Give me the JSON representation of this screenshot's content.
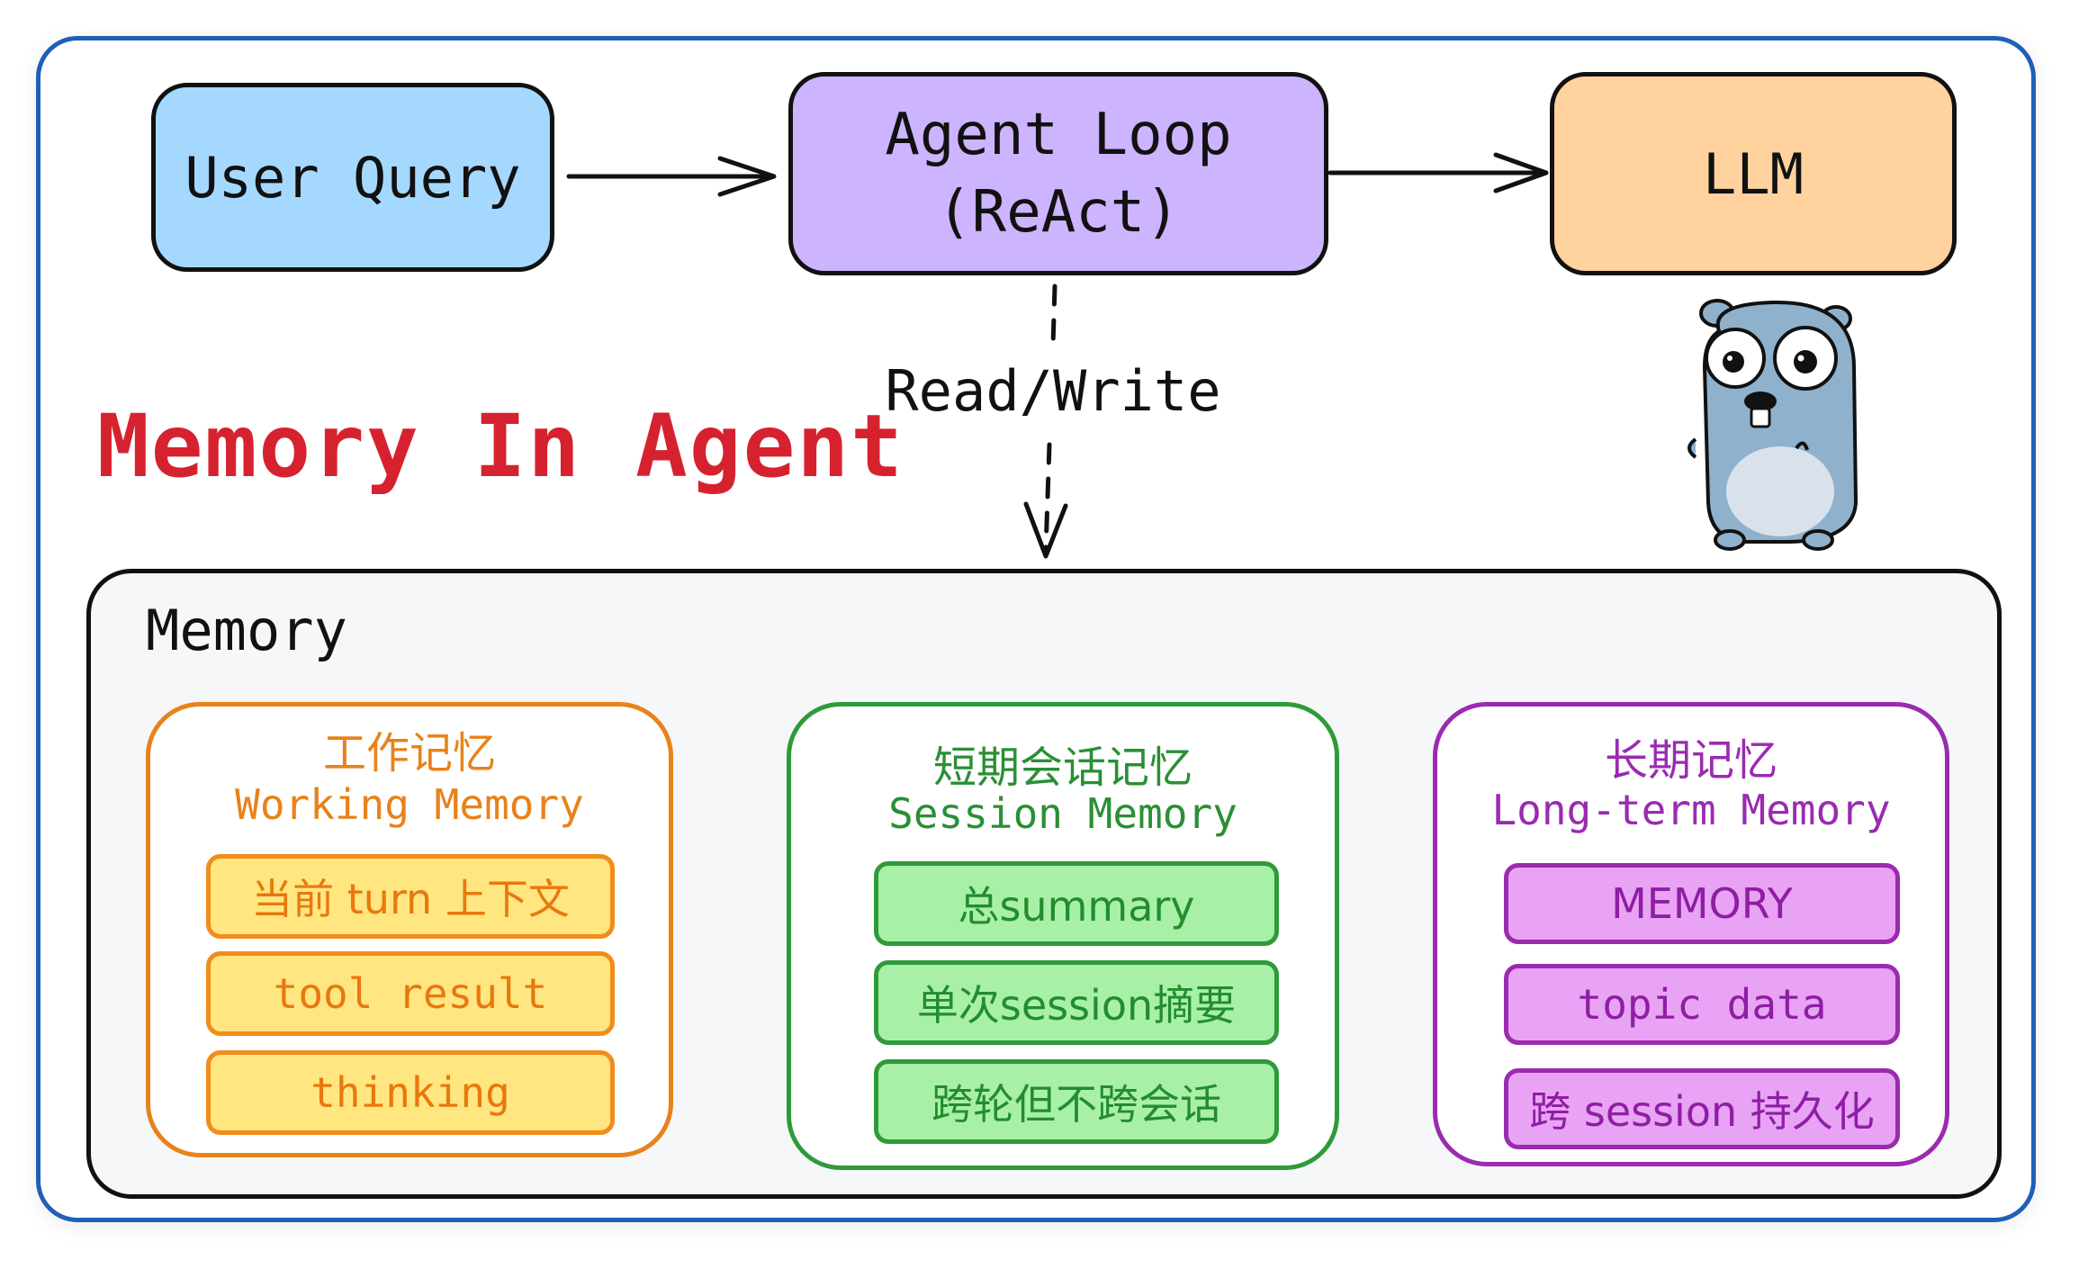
{
  "flow": {
    "user_query": "User Query",
    "agent_loop_line1": "Agent Loop",
    "agent_loop_line2": "(ReAct)",
    "llm": "LLM",
    "read_write": "Read/Write"
  },
  "title": "Memory In Agent",
  "memory": {
    "label": "Memory",
    "groups": [
      {
        "name_cn": "工作记忆",
        "name_en": "Working Memory",
        "color": "#e8821a",
        "items": [
          "当前 turn 上下文",
          "tool result",
          "thinking"
        ]
      },
      {
        "name_cn": "短期会话记忆",
        "name_en": "Session Memory",
        "color": "#2f9a3a",
        "items": [
          "总summary",
          "单次session摘要",
          "跨轮但不跨会话"
        ]
      },
      {
        "name_cn": "长期记忆",
        "name_en": "Long-term Memory",
        "color": "#9a2bb0",
        "items": [
          "MEMORY",
          "topic data",
          "跨 session 持久化"
        ]
      }
    ]
  },
  "colors": {
    "frame": "#1f5fb8",
    "user_query_fill": "#a5d8ff",
    "agent_loop_fill": "#cdb4ff",
    "llm_fill": "#ffd29e",
    "title": "#d6222f"
  },
  "icons": {
    "mascot": "gopher-icon"
  }
}
